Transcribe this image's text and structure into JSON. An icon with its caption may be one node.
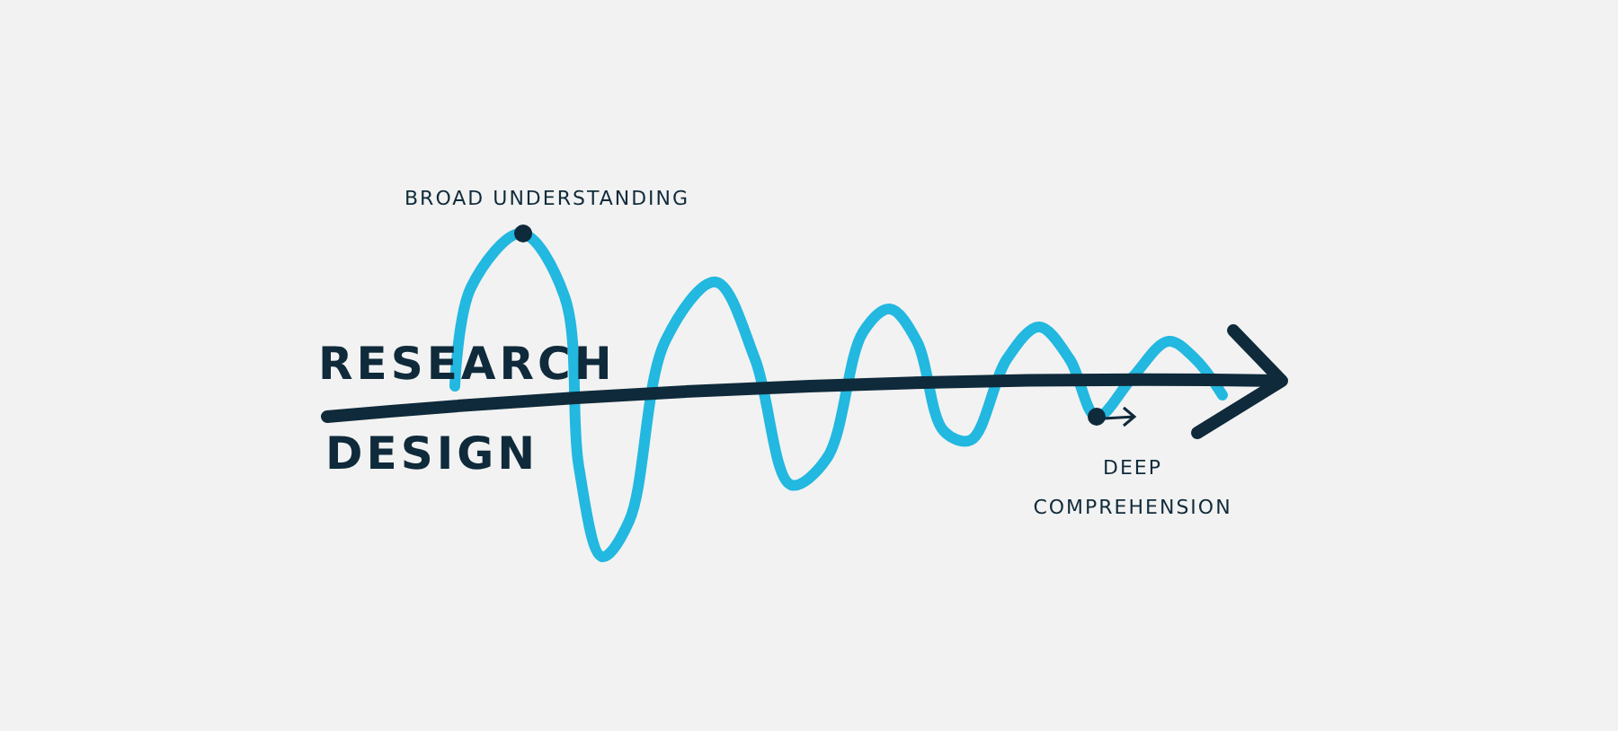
{
  "diagram": {
    "labels": [
      "BROAD UNDERSTANDING",
      "RESEARCH",
      "DESIGN",
      "DEEP COMPREHENSION"
    ]
  }
}
